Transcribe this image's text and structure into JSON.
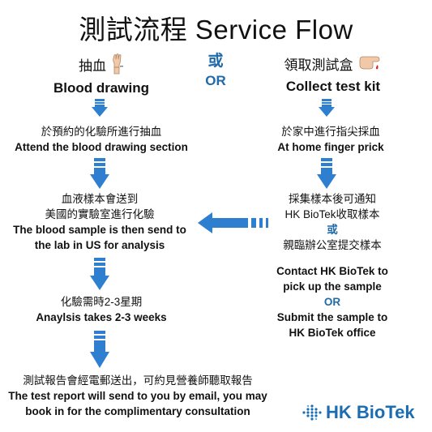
{
  "title": "測試流程 Service Flow",
  "left_header": {
    "zh": "抽血",
    "en": "Blood drawing"
  },
  "or_block": {
    "zh": "或",
    "en": "OR"
  },
  "right_header": {
    "zh": "領取測試盒",
    "en": "Collect test kit"
  },
  "left_steps": [
    {
      "zh": "於預約的化驗所進行抽血",
      "en": "Attend the blood drawing section"
    },
    {
      "zh1": "血液樣本會送到",
      "zh2": "美國的實驗室進行化驗",
      "en1": "The blood sample is then send to",
      "en2": "the lab in US for analysis"
    },
    {
      "zh": "化驗需時2-3星期",
      "en": "Anaylsis takes 2-3 weeks"
    }
  ],
  "right_steps": [
    {
      "zh": "於家中進行指尖採血",
      "en": "At home finger prick"
    },
    {
      "zh1": "採集樣本後可通知",
      "zh2": "HK BioTek收取樣本",
      "or": "或",
      "zh3": "親臨辦公室提交樣本"
    },
    {
      "en1": "Contact HK BioTek to",
      "en2": "pick up the sample",
      "or": "OR",
      "en3": "Submit the sample to",
      "en4": "HK BioTek office"
    }
  ],
  "final_step": {
    "zh": "測試報告會經電郵送出，可約見營養師聽取報告",
    "en1": "The test report will send to you by email, you may",
    "en2": "book in for the complimentary consultation"
  },
  "logo": {
    "text": "HK BioTek"
  },
  "colors": {
    "arrow": "#2f7fd0",
    "accent": "#1f6aa8",
    "skin": "#f0c9a8",
    "blood": "#d32020"
  },
  "icons": [
    "arm-icon",
    "finger-prick-icon",
    "down-arrow-icon",
    "left-arrow-icon",
    "biotek-logo-icon"
  ]
}
